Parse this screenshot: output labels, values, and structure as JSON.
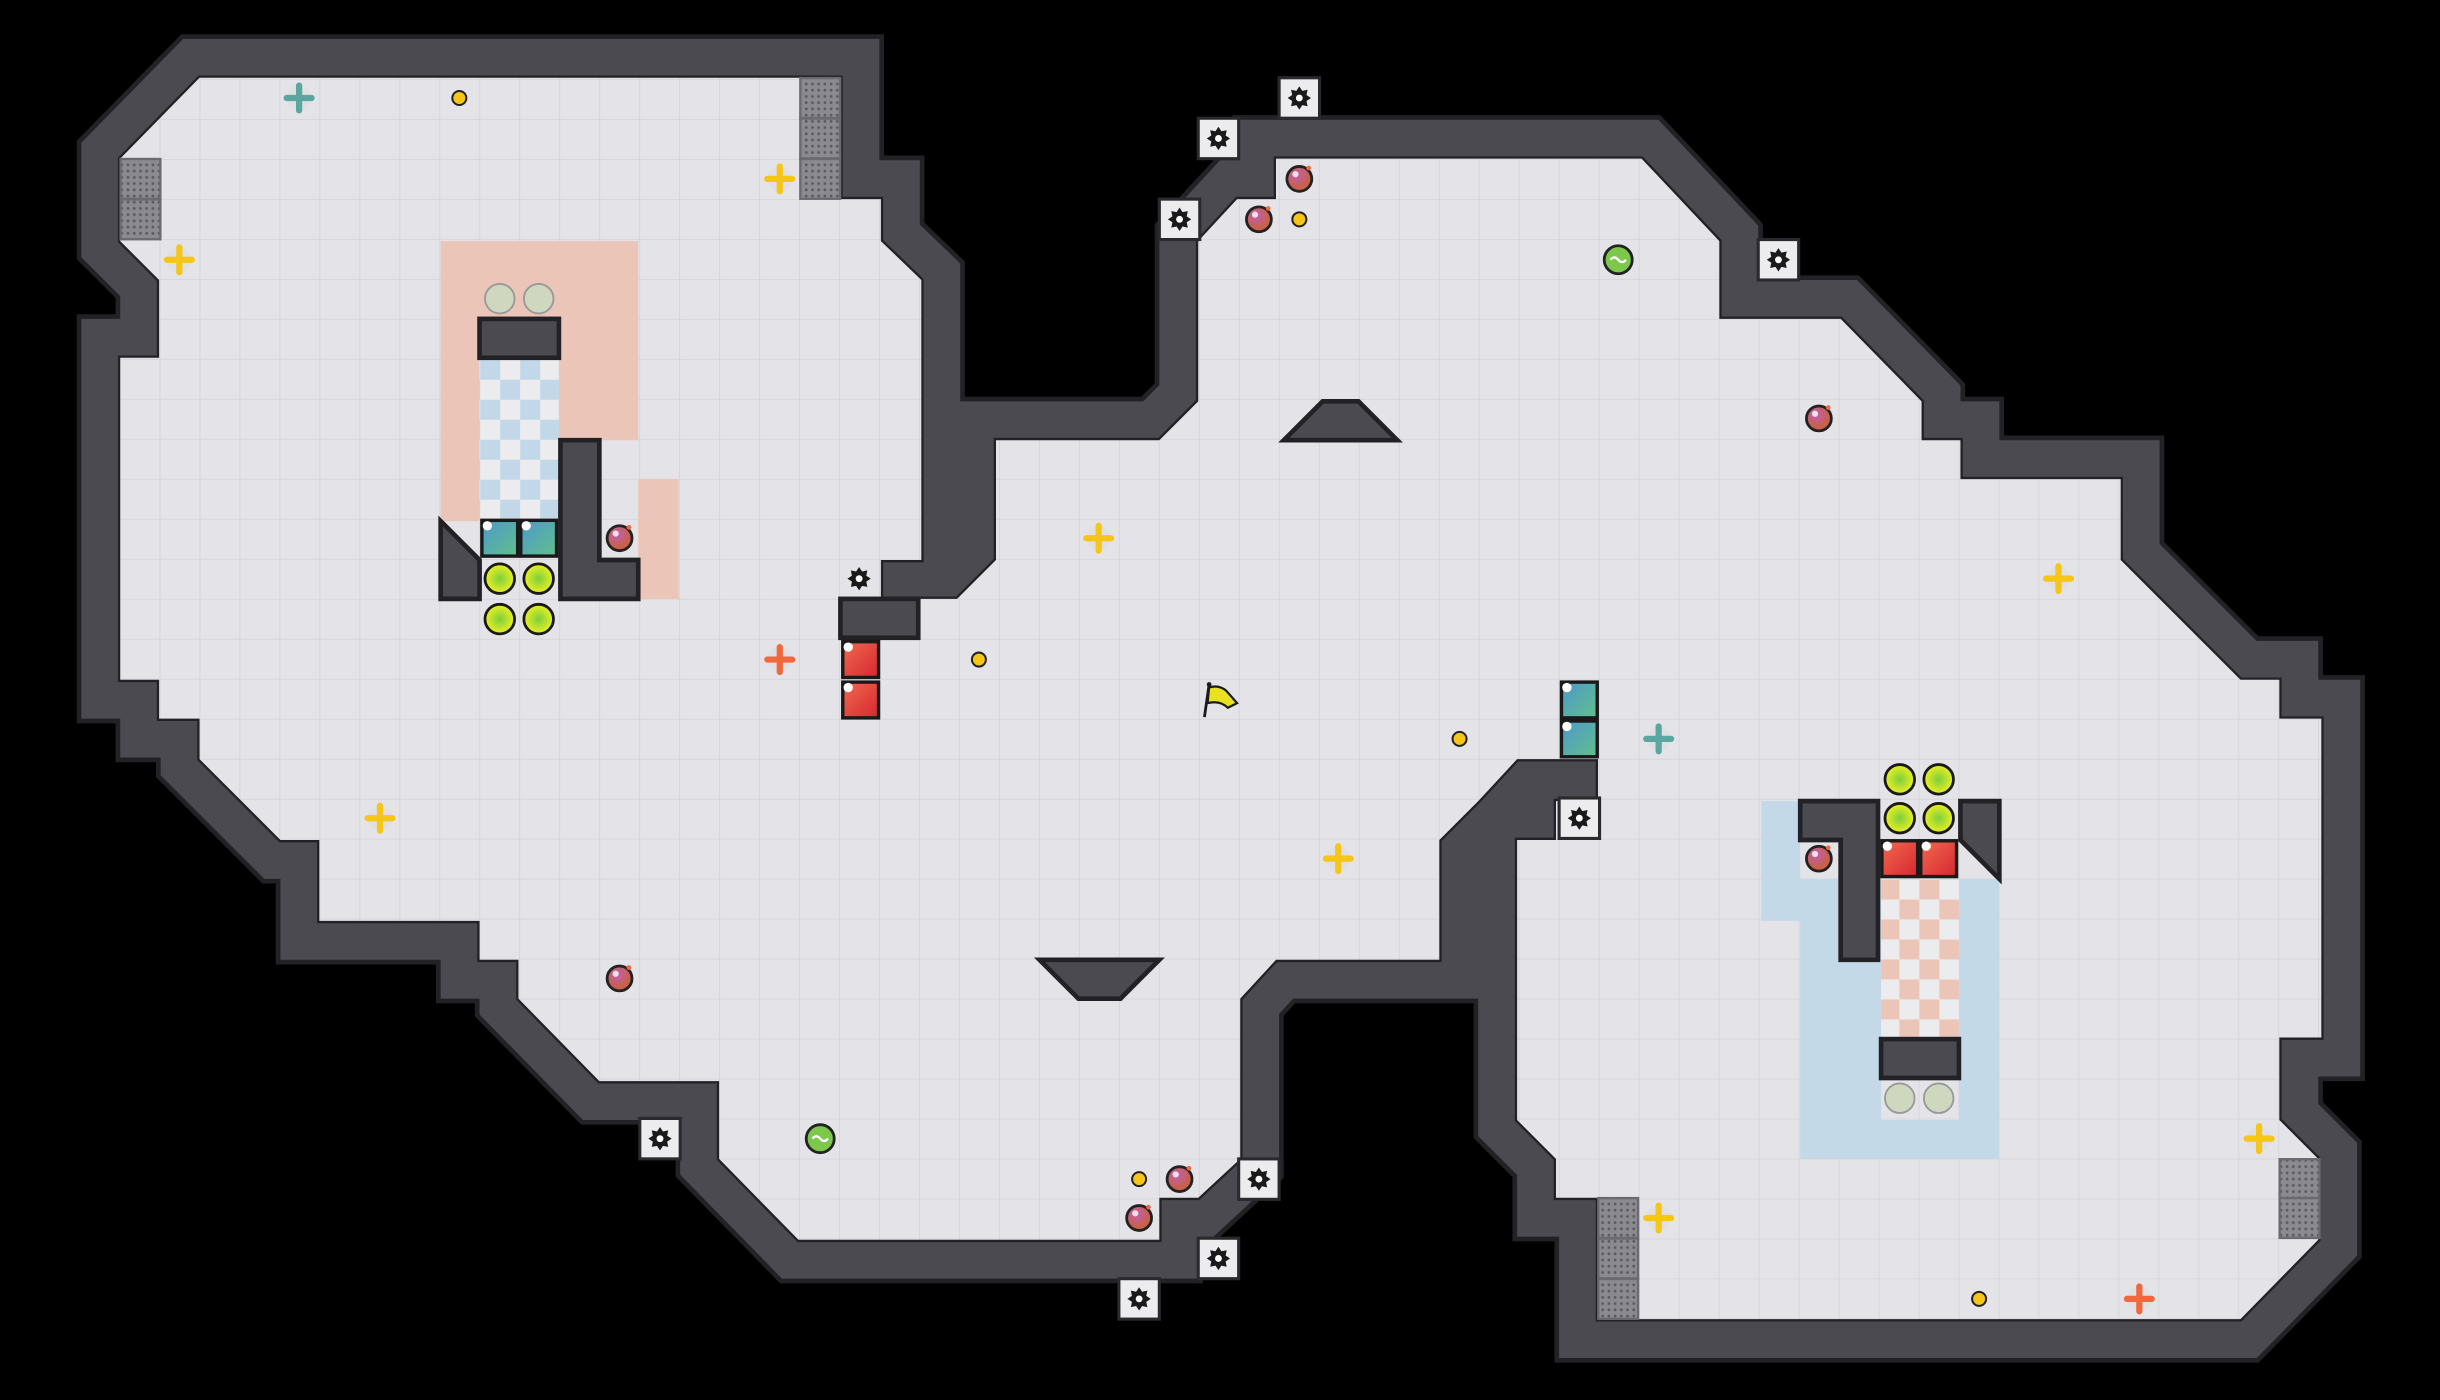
{
  "level": {
    "colors": {
      "background": "#000000",
      "wall": "#4a4a50",
      "wall_edge": "#222226",
      "floor": "#e4e4e8",
      "grid_line": "#d0d0d6",
      "zone_peach": "#ebc6b8",
      "zone_blue": "#c2d8e8",
      "accent_yellow": "#f5c518",
      "accent_teal": "#5aa6a0",
      "accent_orange": "#f0683c",
      "block_red": "#e8463a",
      "block_teal": "#4f9fbf",
      "bomb_purple": "#9b4d9e",
      "switch_yellow": "#e5ec2a",
      "switch_pale": "#cfd8bf"
    },
    "entity_types": [
      "sawblade-icon",
      "bomb-icon",
      "coin-icon",
      "plus-marker-icon",
      "green-orb-icon",
      "goal-flag-icon",
      "red-block",
      "teal-block",
      "yellow-switch",
      "pale-switch",
      "metal-grate"
    ]
  }
}
